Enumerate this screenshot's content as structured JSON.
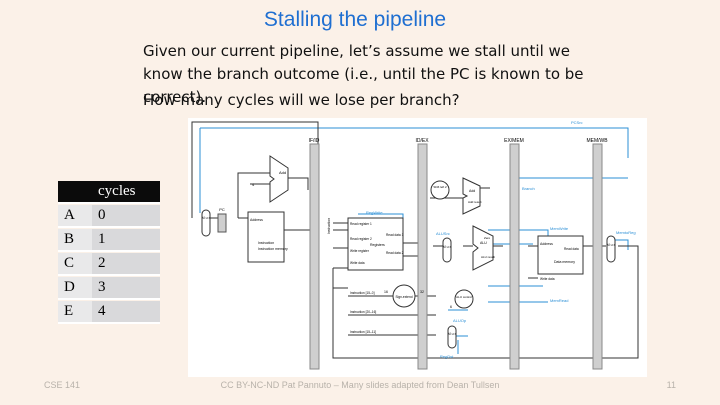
{
  "slide": {
    "title": "Stalling the pipeline",
    "paragraph1": "Given our current pipeline, let’s assume we stall until we know the branch outcome (i.e., until the PC is known to be correct).",
    "paragraph2": "How many cycles will we lose per branch?"
  },
  "table": {
    "header": [
      "",
      "cycles"
    ],
    "rows": [
      {
        "label": "A",
        "value": "0"
      },
      {
        "label": "B",
        "value": "1"
      },
      {
        "label": "C",
        "value": "2"
      },
      {
        "label": "D",
        "value": "3"
      },
      {
        "label": "E",
        "value": "4"
      }
    ]
  },
  "diagram": {
    "stage_registers": [
      "IF/ID",
      "ID/EX",
      "EX/MEM",
      "MEM/WB"
    ],
    "labels": {
      "pcsrc": "PCSrc",
      "add": "Add",
      "four": "4",
      "pc": "PC",
      "address": "Address",
      "instruction": "Instruction",
      "instruction_memory": "Instruction memory",
      "regwrite": "RegWrite",
      "read_register_1": "Read register 1",
      "read_register_2": "Read register 2",
      "write_register": "Write register",
      "write_data": "Write data",
      "registers": "Registers",
      "read_data_1": "Read data 1",
      "read_data_2": "Read data 2",
      "shift_left_2": "Shift left 2",
      "add_result": "Add result",
      "alusrc": "ALUSrc",
      "zero": "Zero",
      "alu_result": "ALU result",
      "branch": "Branch",
      "memwrite": "MemWrite",
      "data_memory": "Data memory",
      "read_data": "Read data",
      "memtoreg": "MemtoReg",
      "memread": "MemRead",
      "sign_extend": "Sign-extend",
      "alu_control": "ALU control",
      "aluop": "ALUOp",
      "regdst": "RegDst",
      "instr_15_0": "Instruction [15–0]",
      "instr_20_16": "Instruction [20–16]",
      "instr_15_11": "Instruction [15–11]",
      "sixteen": "16",
      "thirtytwo": "32",
      "six": "6",
      "mux": "M u x",
      "alu": "ALU"
    },
    "colors": {
      "control": "#2b8fd6",
      "datapath": "#333333",
      "register": "#cfcfcf"
    }
  },
  "footer": {
    "left": "CSE 141",
    "center": "CC BY-NC-ND Pat Pannuto – Many slides adapted from Dean Tullsen",
    "right": "11"
  }
}
